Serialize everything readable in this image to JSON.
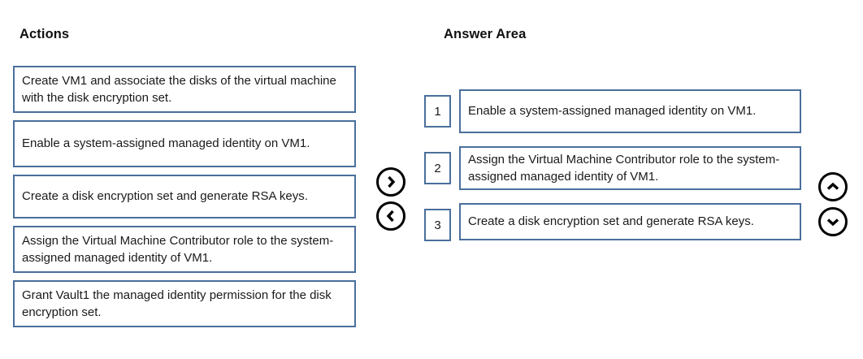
{
  "columns": {
    "actions_title": "Actions",
    "answer_title": "Answer Area"
  },
  "actions": [
    {
      "text": "Create VM1 and associate the disks of the virtual machine with the disk encryption set."
    },
    {
      "text": "Enable a system-assigned managed identity on VM1."
    },
    {
      "text": "Create a disk encryption set and generate RSA keys."
    },
    {
      "text": "Assign the Virtual Machine Contributor role to the system-assigned managed identity of VM1."
    },
    {
      "text": "Grant Vault1 the managed identity permission for the disk encryption set."
    }
  ],
  "answer_area": [
    {
      "number": "1",
      "text": "Enable a system-assigned managed identity on VM1."
    },
    {
      "number": "2",
      "text": "Assign the Virtual Machine Contributor role to the system-assigned managed identity of VM1."
    },
    {
      "number": "3",
      "text": "Create a disk encryption set and generate RSA keys."
    }
  ],
  "controls": {
    "move_right_icon": "chevron-right-icon",
    "move_left_icon": "chevron-left-icon",
    "move_up_icon": "chevron-up-icon",
    "move_down_icon": "chevron-down-icon"
  },
  "colors": {
    "box_border": "#4a6f9c",
    "button_stroke": "#000000",
    "text": "#1a1a1a",
    "background": "#ffffff"
  }
}
